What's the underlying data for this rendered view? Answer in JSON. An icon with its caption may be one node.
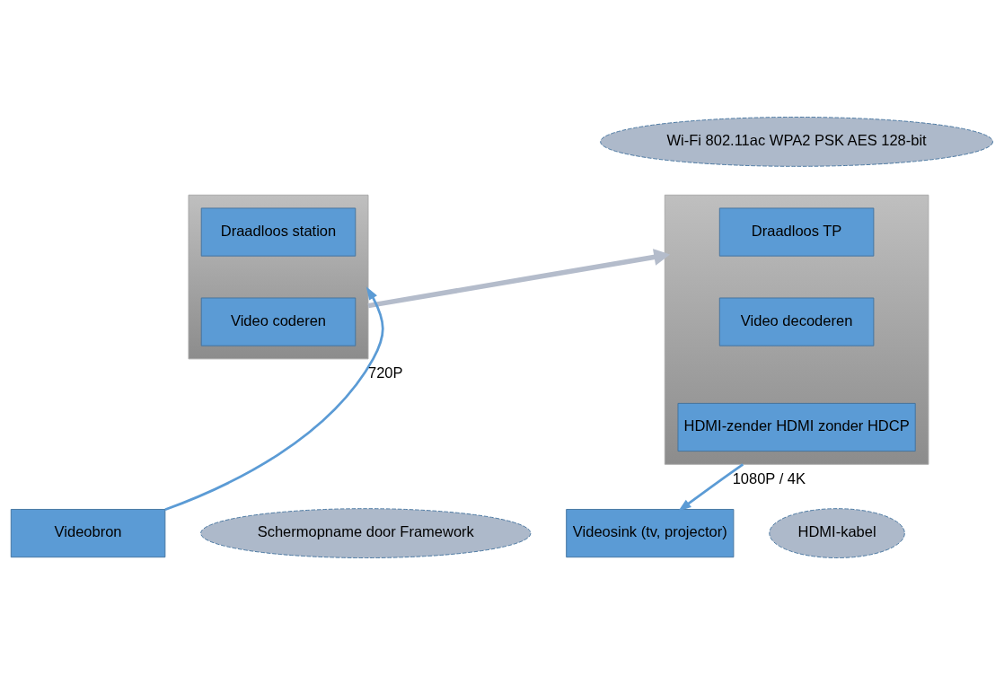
{
  "diagram": {
    "nodes": [
      {
        "text": [],
        "shape": "box"
      },
      {
        "text": [
          "Draadloos TP"
        ],
        "in": 0
      },
      {
        "text": [
          "Video decoderen"
        ],
        "in": 0
      },
      {
        "text": [
          "HDMI-zender HDMI zonder HDCP"
        ],
        "in": 0
      },
      {
        "text": [],
        "shape": "box"
      },
      {
        "text": [
          "Draadloos station"
        ],
        "in": 4
      },
      {
        "text": [
          "Video coderen"
        ],
        "in": 4
      },
      {
        "text": [
          "Videosink (tv, projector)"
        ]
      },
      {
        "text": [
          "Videobron"
        ]
      },
      {
        "text": [
          "Wi-Fi 802.11ac WPA2 PSK AES 128-bit"
        ]
      },
      {
        "text": [
          "Schermopname door Framework"
        ]
      },
      {
        "text": [
          "HDMI-kabel"
        ]
      }
    ],
    "edges": [
      {
        "from": 4,
        "to": 0,
        "arrow": "to",
        "style": "thick",
        "color": "#b4bccb"
      },
      {
        "from": 0,
        "to": 7,
        "arrow": "to",
        "label": "1080P / 4K"
      },
      {
        "from": 8,
        "to": 4,
        "arrow": "to",
        "label": "720P"
      }
    ]
  }
}
